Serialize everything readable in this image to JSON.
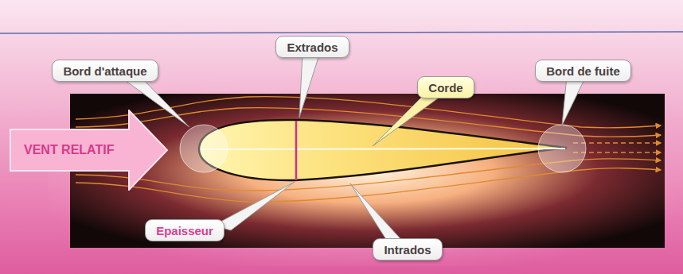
{
  "diagram": {
    "nodes": [
      {
        "text": [
          "Extrados"
        ]
      },
      {
        "text": [
          "Bord d'attaque"
        ]
      },
      {
        "text": [
          "Corde"
        ]
      },
      {
        "text": [
          "Bord de fuite"
        ]
      },
      {
        "text": [
          "VENT RELATIF"
        ]
      },
      {
        "text": [
          "Epaisseur"
        ]
      },
      {
        "text": [
          "Intrados"
        ]
      }
    ]
  }
}
